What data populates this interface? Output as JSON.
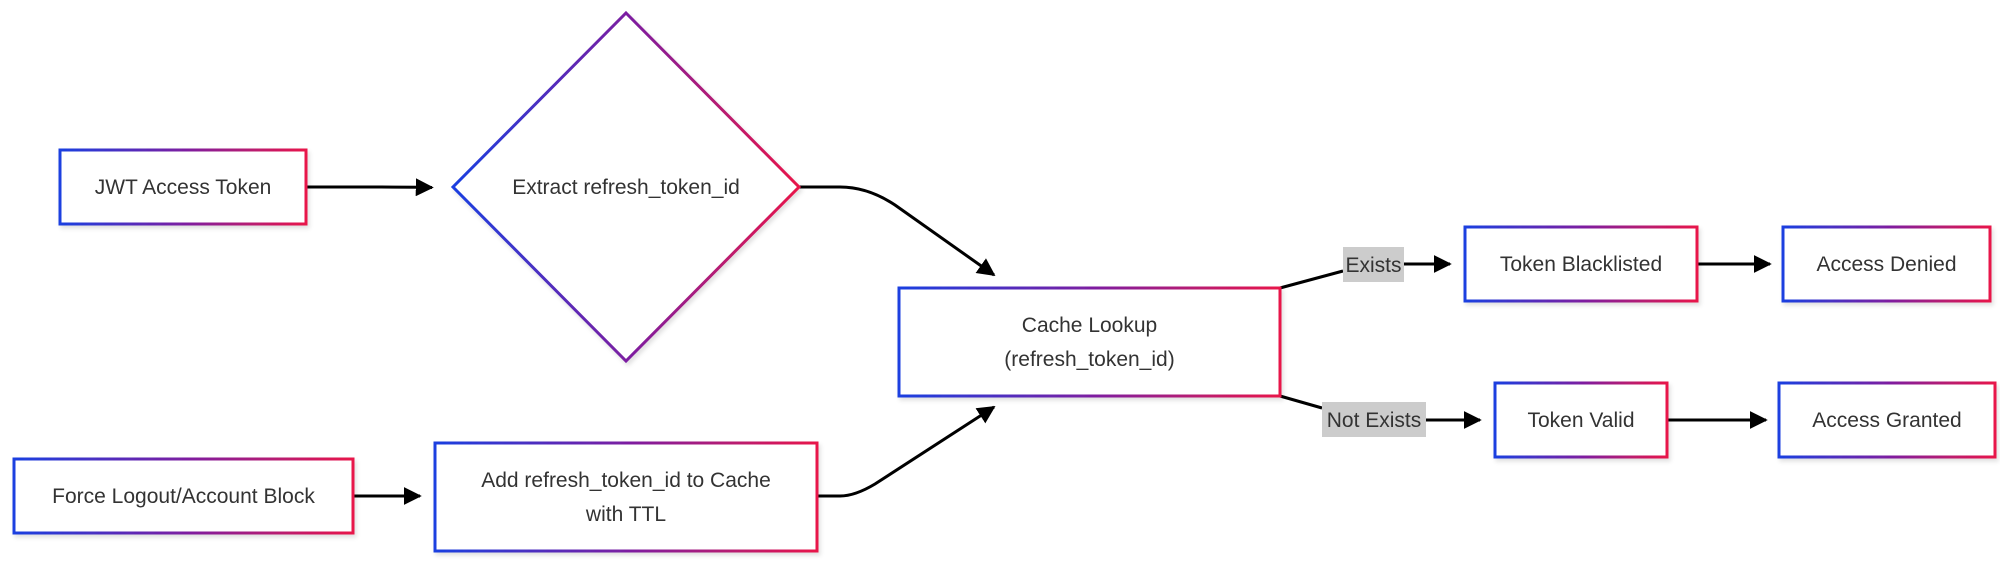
{
  "diagram": {
    "type": "flowchart",
    "colors": {
      "border_gradient_start": "#1a3fe0",
      "border_gradient_mid": "#7b1fa2",
      "border_gradient_end": "#e8174a",
      "edge": "#000000",
      "edge_label_background": "#cccccc",
      "text": "#333333"
    },
    "nodes": {
      "jwt_access_token": {
        "label": "JWT Access Token",
        "shape": "rectangle"
      },
      "extract_refresh_token_id": {
        "label": "Extract refresh_token_id",
        "shape": "diamond"
      },
      "force_logout": {
        "label": "Force Logout/Account Block",
        "shape": "rectangle"
      },
      "add_to_cache": {
        "line1": "Add refresh_token_id to Cache",
        "line2": "with TTL",
        "shape": "rectangle"
      },
      "cache_lookup": {
        "line1": "Cache Lookup",
        "line2": "(refresh_token_id)",
        "shape": "rectangle"
      },
      "token_blacklisted": {
        "label": "Token Blacklisted",
        "shape": "rectangle"
      },
      "access_denied": {
        "label": "Access Denied",
        "shape": "rectangle"
      },
      "token_valid": {
        "label": "Token Valid",
        "shape": "rectangle"
      },
      "access_granted": {
        "label": "Access Granted",
        "shape": "rectangle"
      }
    },
    "edges": {
      "exists": {
        "label": "Exists"
      },
      "not_exists": {
        "label": "Not Exists"
      }
    }
  }
}
